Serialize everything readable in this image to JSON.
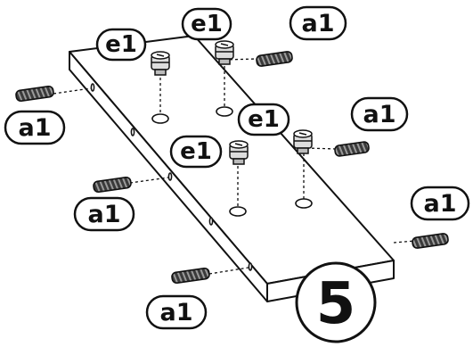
{
  "diagram": {
    "step_number": "5",
    "part_labels": {
      "dowel": "a1",
      "cam_lock": "e1"
    },
    "callouts": [
      {
        "id": "e1-top-left",
        "text": "e1"
      },
      {
        "id": "e1-top-middle",
        "text": "e1"
      },
      {
        "id": "a1-top-right",
        "text": "a1"
      },
      {
        "id": "a1-left",
        "text": "a1"
      },
      {
        "id": "e1-center",
        "text": "e1"
      },
      {
        "id": "a1-right-upper",
        "text": "a1"
      },
      {
        "id": "e1-lower",
        "text": "e1"
      },
      {
        "id": "a1-lower-left",
        "text": "a1"
      },
      {
        "id": "a1-right",
        "text": "a1"
      },
      {
        "id": "a1-bottom",
        "text": "a1"
      }
    ]
  }
}
